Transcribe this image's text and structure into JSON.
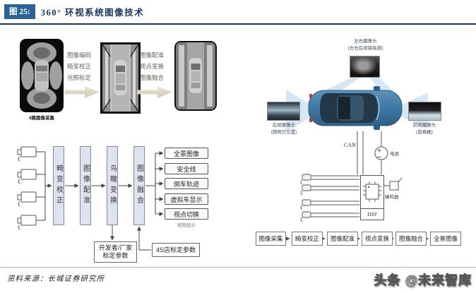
{
  "header": {
    "figure_label": "图 25:",
    "title": "360°  环视系统图像技术"
  },
  "top_pipeline": {
    "stage1_caption": "4路图像采集",
    "arrow1_labels": [
      "图像编码",
      "畸变校正",
      "光照标定"
    ],
    "arrow2_labels": [
      "图像配准",
      "视点变换",
      "图像融合"
    ]
  },
  "left_flowchart": {
    "process_steps": [
      "畸变校正",
      "图像配准",
      "鸟瞰变换",
      "图像融合"
    ],
    "outputs": [
      "全景图像",
      "安全线",
      "倒车轨迹",
      "虚拟车显示",
      "视点切换"
    ],
    "outputs_caption": "视频显示",
    "param_box_dev_line1": "开发者/厂家",
    "param_box_dev_line2": "标定参数",
    "param_box_4s": "4S店标定参数"
  },
  "car_diagram": {
    "top_camera_line1": "左右摄像头",
    "top_camera_line2": "(左右后视镜底部)",
    "rear_camera_line1": "后视摄像头",
    "rear_camera_line2": "(牌照灯位置)",
    "front_camera_line1": "前视摄像头",
    "front_camera_line2": "(前格栅)",
    "can_label": "CAN",
    "power_label": "电源",
    "buzzer_label": "蜂鸣器",
    "dsp_label": "DSP"
  },
  "bottom_pipeline": {
    "steps": [
      "图像采集",
      "畸变校正",
      "图像配准",
      "视点变换",
      "图像融合",
      "全景图像"
    ]
  },
  "footer": {
    "source": "资料来源：长城证券研究所",
    "watermark": "头条 @未来智库"
  },
  "colors": {
    "badge_blue": "#2d6295",
    "title_navy": "#17375e",
    "box_fill": "#dde4ef",
    "beam_blue": "#cfe2f1"
  }
}
